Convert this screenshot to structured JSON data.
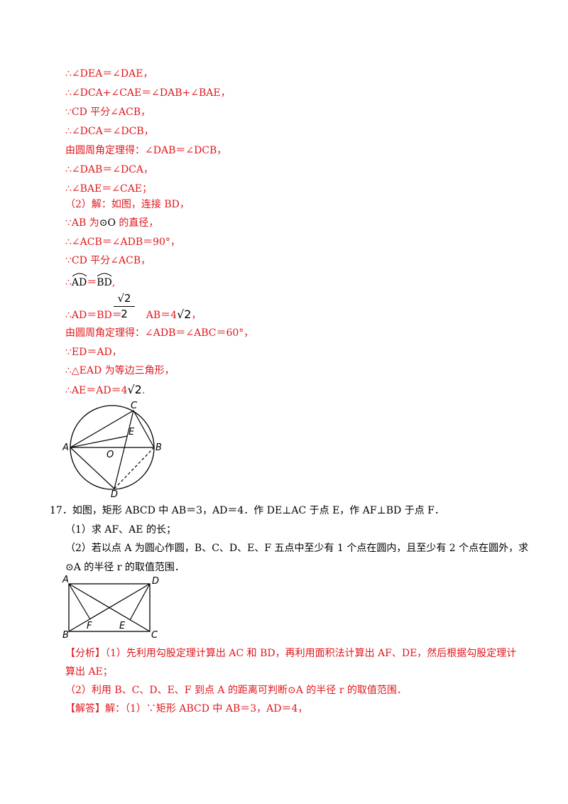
{
  "proof1": [
    "∴∠DEA＝∠DAE，",
    "∴∠DCA+∠CAE＝∠DAB+∠BAE，",
    "∵CD 平分∠ACB，",
    "∴∠DCA＝∠DCB，",
    "由圆周角定理得：∠DAB＝∠DCB，",
    "∴∠DAB＝∠DCA，",
    "∴∠BAE＝∠CAE；"
  ],
  "part2": {
    "intro": "（2）解：如图，连接 BD，",
    "diameter_a": "∵AB 为",
    "diameter_o": "⊙O",
    "diameter_b": " 的直径，",
    "right_angle": "∴∠ACB＝∠ADB＝90°，",
    "bisect": "∵CD 平分∠ACB，",
    "arcs_prefix": "∴",
    "arc1": "AD",
    "arcs_eq": "＝",
    "arc2": "BD",
    "arcs_suffix": ",",
    "ad_prefix": "∴AD＝BD＝",
    "frac_num": "√2",
    "frac_den": "2",
    "ad_mid": "AB＝4",
    "sqrt_val": "√2",
    "ad_suffix": "，",
    "inscribed": "由圆周角定理得：∠ADB＝∠ABC＝60°，",
    "ed": "∵ED＝AD，",
    "equilateral": "∴△EAD 为等边三角形，",
    "ae_prefix": "∴AE＝AD＝4",
    "ae_sqrt": "√2",
    "ae_suffix": "."
  },
  "figure1_labels": {
    "A": "A",
    "B": "B",
    "C": "C",
    "D": "D",
    "E": "E",
    "O": "O"
  },
  "q17": {
    "stem": "17．如图，矩形 ABCD 中 AB＝3，AD＝4．作 DE⊥AC 于点 E，作 AF⊥BD 于点 F．",
    "sub1": "（1）求 AF、AE 的长；",
    "sub2_line1": "（2）若以点 A 为圆心作圆，B、C、D、E、F 五点中至少有 1 个点在圆内，且至少有 2 个点在圆外，求",
    "sub2_line2": "⊙A 的半径 r 的取值范围．"
  },
  "figure2_labels": {
    "A": "A",
    "B": "B",
    "C": "C",
    "D": "D",
    "E": "E",
    "F": "F"
  },
  "analysis": {
    "line1": "【分析】（1）先利用勾股定理计算出 AC 和 BD，再利用面积法计算出 AF、DE，然后根据勾股定理计",
    "line2": "算出 AE；",
    "line3": "（2）利用 B、C、D、E、F 到点 A 的距离可判断⊙A 的半径 r 的取值范围．",
    "solution": "【解答】解：（1）∵矩形 ABCD 中 AB＝3，AD＝4，"
  }
}
